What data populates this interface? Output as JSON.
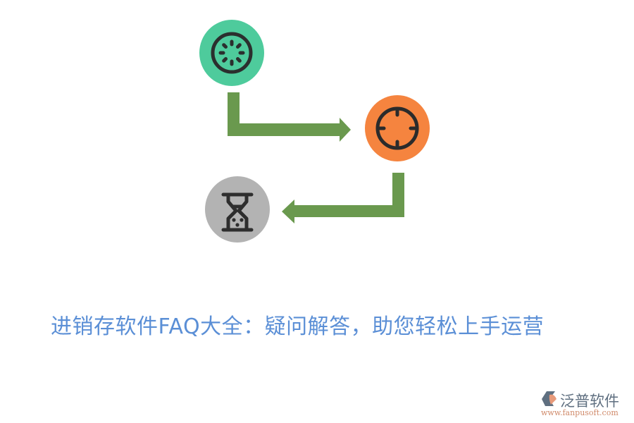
{
  "diagram": {
    "nodes": [
      {
        "id": "start",
        "icon": "loading-spinner-icon",
        "color": "#4ecb9c"
      },
      {
        "id": "target",
        "icon": "crosshair-icon",
        "color": "#f5843f"
      },
      {
        "id": "wait",
        "icon": "hourglass-icon",
        "color": "#b3b3b3"
      }
    ],
    "arrows": [
      {
        "from": "start",
        "to": "target",
        "color": "#6a994e"
      },
      {
        "from": "target",
        "to": "wait",
        "color": "#6a994e"
      }
    ]
  },
  "title": "进销存软件FAQ大全：疑问解答，助您轻松上手运营",
  "logo": {
    "name": "泛普软件",
    "url": "www.fanpusoft.com"
  }
}
